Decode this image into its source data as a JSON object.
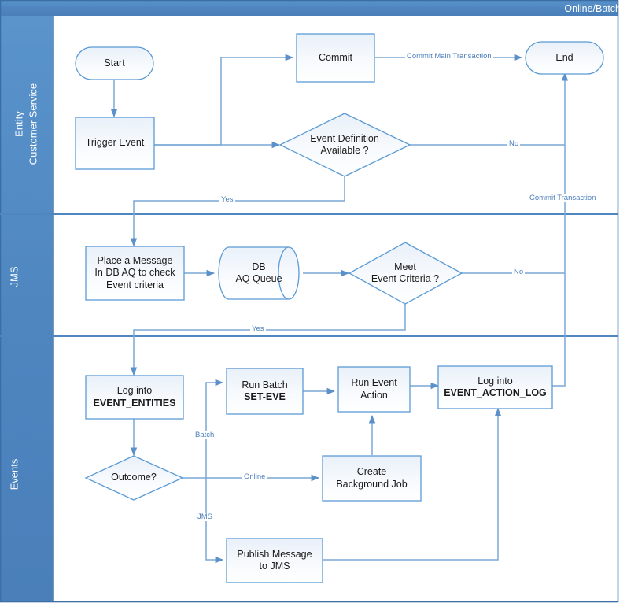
{
  "diagram": {
    "title": "Online/Batch",
    "type": "swimlane-flowchart",
    "colors": {
      "lane_header": "#4f86c0",
      "title_bar": "#4f86c0",
      "shape_stroke": "#5b9bd5",
      "shape_fill_top": "#eef3fa",
      "shape_fill_bottom": "#ffffff",
      "connector": "#6b9fd4",
      "edge_label_text": "#4a7ebb",
      "node_text": "#1a1a1a",
      "frame_border": "#3a6ea5",
      "lane_divider": "#4f86c0"
    },
    "lanes": [
      {
        "id": "entity",
        "label": "Entity\nCustomer Service"
      },
      {
        "id": "jms",
        "label": "JMS"
      },
      {
        "id": "events",
        "label": "Events"
      }
    ],
    "nodes": [
      {
        "id": "start",
        "lane": "entity",
        "shape": "terminator",
        "label": "Start"
      },
      {
        "id": "trigger",
        "lane": "entity",
        "shape": "process",
        "label": "Trigger Event"
      },
      {
        "id": "commit",
        "lane": "entity",
        "shape": "process",
        "label": "Commit"
      },
      {
        "id": "end",
        "lane": "entity",
        "shape": "terminator",
        "label": "End"
      },
      {
        "id": "eventdef",
        "lane": "entity",
        "shape": "decision",
        "label": "Event Definition\nAvailable ?"
      },
      {
        "id": "placemsg",
        "lane": "jms",
        "shape": "process",
        "label": "Place a Message\nIn DB AQ to check\nEvent criteria"
      },
      {
        "id": "aqqueue",
        "lane": "jms",
        "shape": "cylinder",
        "label": "DB\nAQ Queue"
      },
      {
        "id": "meetcriteria",
        "lane": "jms",
        "shape": "decision",
        "label": "Meet\nEvent Criteria ?"
      },
      {
        "id": "logentities",
        "lane": "events",
        "shape": "process",
        "label_line1": "Log into",
        "label_line2": "EVENT_ENTITIES",
        "bold_line2": true
      },
      {
        "id": "runbatch",
        "lane": "events",
        "shape": "process",
        "label_line1": "Run Batch",
        "label_line2": "SET-EVE",
        "bold_line2": true
      },
      {
        "id": "runaction",
        "lane": "events",
        "shape": "process",
        "label": "Run Event\nAction"
      },
      {
        "id": "logactionlog",
        "lane": "events",
        "shape": "process",
        "label_line1": "Log into",
        "label_line2": "EVENT_ACTION_LOG",
        "bold_line2": true
      },
      {
        "id": "outcome",
        "lane": "events",
        "shape": "decision",
        "label": "Outcome?"
      },
      {
        "id": "createjob",
        "lane": "events",
        "shape": "process",
        "label": "Create\nBackground Job"
      },
      {
        "id": "publishjms",
        "lane": "events",
        "shape": "process",
        "label": "Publish Message\nto JMS"
      }
    ],
    "edges": [
      {
        "from": "start",
        "to": "trigger",
        "label": ""
      },
      {
        "from": "trigger",
        "to": "commit",
        "label": ""
      },
      {
        "from": "trigger",
        "to": "eventdef",
        "label": ""
      },
      {
        "from": "commit",
        "to": "end",
        "label": "Commit Main Transaction"
      },
      {
        "from": "eventdef",
        "to": "end",
        "label": "No"
      },
      {
        "from": "eventdef",
        "to": "placemsg",
        "label": "Yes"
      },
      {
        "from": "placemsg",
        "to": "aqqueue",
        "label": ""
      },
      {
        "from": "aqqueue",
        "to": "meetcriteria",
        "label": ""
      },
      {
        "from": "meetcriteria",
        "to": "end",
        "label": "No"
      },
      {
        "from": "meetcriteria",
        "to": "logentities",
        "label": "Yes"
      },
      {
        "from": "logentities",
        "to": "outcome",
        "label": ""
      },
      {
        "from": "outcome",
        "to": "runbatch",
        "label": "Batch"
      },
      {
        "from": "outcome",
        "to": "createjob",
        "label": "Online"
      },
      {
        "from": "outcome",
        "to": "publishjms",
        "label": "JMS"
      },
      {
        "from": "runbatch",
        "to": "runaction",
        "label": ""
      },
      {
        "from": "createjob",
        "to": "runaction",
        "label": ""
      },
      {
        "from": "runaction",
        "to": "logactionlog",
        "label": ""
      },
      {
        "from": "publishjms",
        "to": "logactionlog",
        "label": ""
      },
      {
        "from": "logactionlog",
        "to": "end",
        "label": "Commit Transaction"
      }
    ],
    "edge_labels": {
      "commit_main_transaction": "Commit Main Transaction",
      "commit_transaction": "Commit Transaction",
      "no_eventdef": "No",
      "yes_eventdef": "Yes",
      "no_meetcriteria": "No",
      "yes_meetcriteria": "Yes",
      "batch": "Batch",
      "online": "Online",
      "jms": "JMS"
    },
    "node_labels": {
      "start": "Start",
      "trigger_event": "Trigger Event",
      "commit": "Commit",
      "end": "End",
      "event_def_l1": "Event Definition",
      "event_def_l2": "Available ?",
      "place_msg_l1": "Place a Message",
      "place_msg_l2": "In DB AQ to check",
      "place_msg_l3": "Event criteria",
      "aq_l1": "DB",
      "aq_l2": "AQ Queue",
      "meet_l1": "Meet",
      "meet_l2": "Event Criteria ?",
      "log_entities_l1": "Log into",
      "log_entities_l2": "EVENT_ENTITIES",
      "run_batch_l1": "Run Batch",
      "run_batch_l2": "SET-EVE",
      "run_action_l1": "Run Event",
      "run_action_l2": "Action",
      "log_action_l1": "Log into",
      "log_action_l2": "EVENT_ACTION_LOG",
      "outcome": "Outcome?",
      "create_job_l1": "Create",
      "create_job_l2": "Background Job",
      "publish_l1": "Publish Message",
      "publish_l2": "to JMS"
    },
    "lane_labels": {
      "entity_l1": "Entity",
      "entity_l2": "Customer Service",
      "jms": "JMS",
      "events": "Events"
    }
  }
}
